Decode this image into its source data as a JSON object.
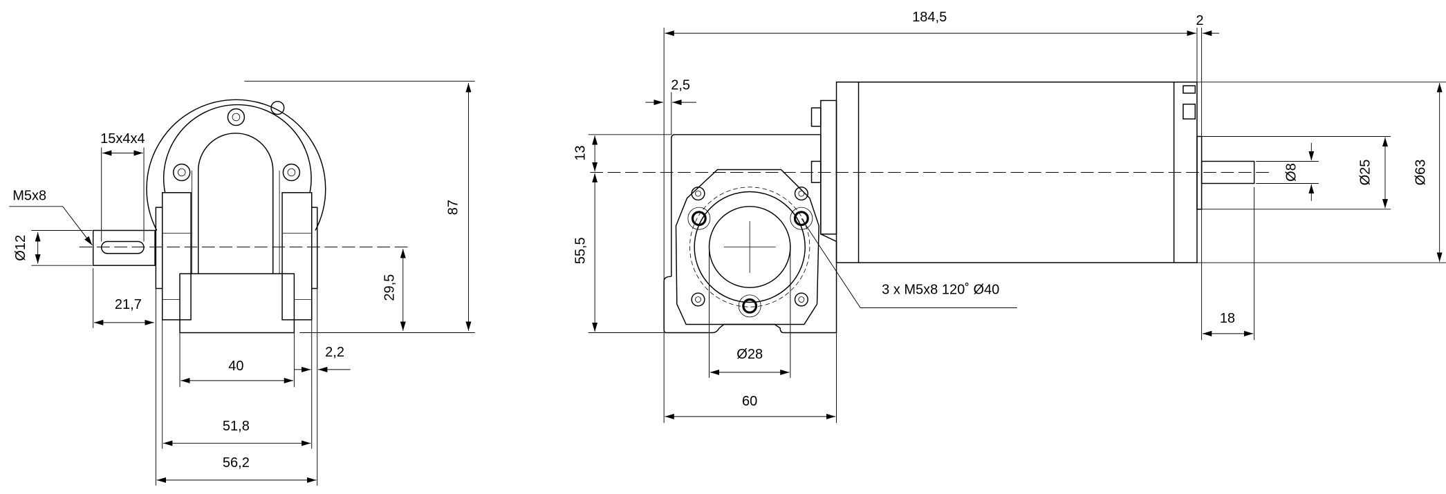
{
  "drawing": {
    "side_view": {
      "height_total": "87",
      "shaft_center_height": "29,5",
      "shaft_diameter": "Ø12",
      "key_size": "15x4x4",
      "thread": "M5x8",
      "shaft_length": "21,7",
      "base_width": "40",
      "flange_offset": "2,2",
      "inner_width": "51,8",
      "outer_width": "56,2"
    },
    "front_view": {
      "overall_length": "184,5",
      "pilot_length": "2",
      "flange_thickness": "2,5",
      "offset_top": "13",
      "center_height": "55,5",
      "mount_holes": "3 x M5x8 120˚ Ø40",
      "output_bore": "Ø28",
      "gearbox_width": "60",
      "motor_shaft_diameter": "Ø8",
      "pilot_diameter": "Ø25",
      "motor_diameter": "Ø63",
      "motor_shaft_length": "18"
    }
  }
}
